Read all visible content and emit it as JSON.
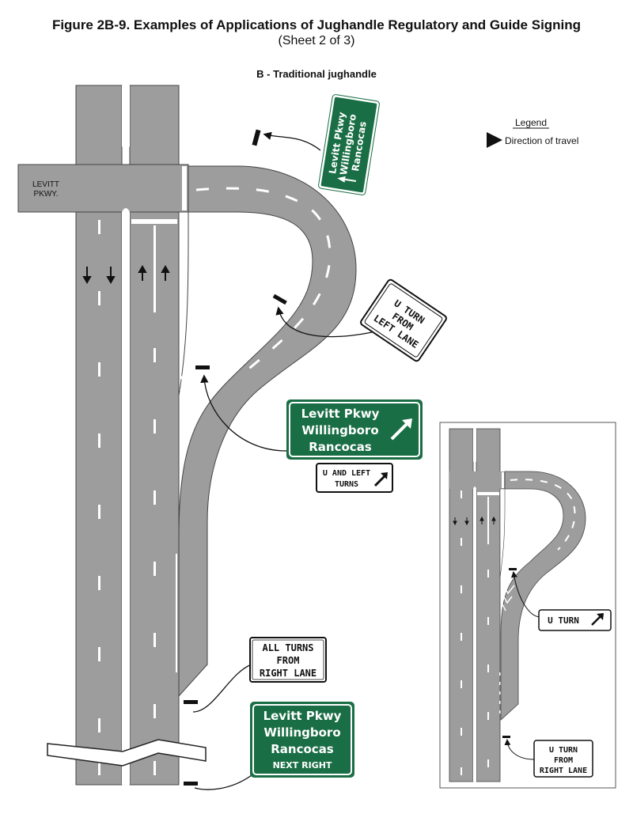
{
  "figure": {
    "title": "Figure 2B-9.  Examples of Applications of Jughandle Regulatory and Guide Signing",
    "subtitle": "(Sheet 2 of 3)",
    "section": "B - Traditional jughandle"
  },
  "legend": {
    "heading": "Legend",
    "item": "Direction of travel"
  },
  "cross_street": {
    "line1": "LEVITT",
    "line2": "PKWY."
  },
  "signs": {
    "top_guide": {
      "line1": "Levitt Pkwy",
      "line2": "Willingboro",
      "line3": "Rancocas"
    },
    "u_turn_left": {
      "line1": "U TURN",
      "line2": "FROM",
      "line3": "LEFT LANE"
    },
    "mid_guide": {
      "line1": "Levitt Pkwy",
      "line2": "Willingboro",
      "line3": "Rancocas"
    },
    "u_and_left": {
      "line1": "U AND LEFT",
      "line2": "TURNS"
    },
    "all_turns": {
      "line1": "ALL TURNS",
      "line2": "FROM",
      "line3": "RIGHT LANE"
    },
    "bottom_guide": {
      "line1": "Levitt Pkwy",
      "line2": "Willingboro",
      "line3": "Rancocas",
      "line4": "NEXT RIGHT"
    },
    "inset_u_turn": {
      "line1": "U TURN"
    },
    "inset_u_turn_right": {
      "line1": "U TURN",
      "line2": "FROM",
      "line3": "RIGHT LANE"
    }
  },
  "colors": {
    "road": "#9d9d9d",
    "guide_sign": "#1a6e45",
    "marking": "#ffffff",
    "ink": "#111111"
  }
}
